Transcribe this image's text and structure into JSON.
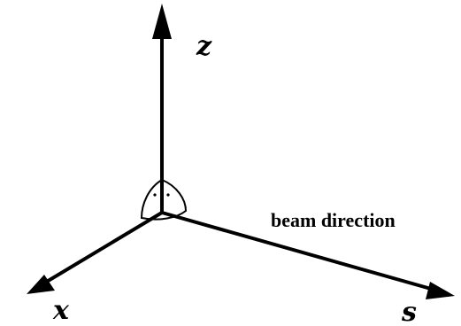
{
  "diagram": {
    "axes": {
      "z": "z",
      "x": "x",
      "s": "s"
    },
    "direction_label": "beam direction",
    "stroke_color": "#000000",
    "background": "#ffffff"
  }
}
